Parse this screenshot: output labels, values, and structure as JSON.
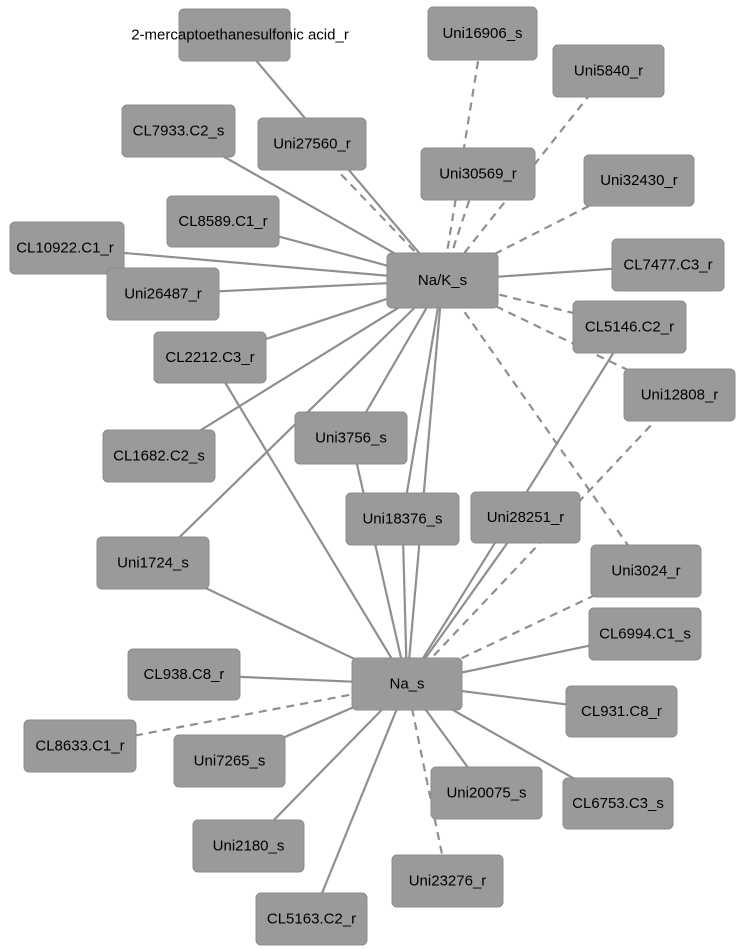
{
  "graph": {
    "nodes": [
      {
        "id": "nak",
        "label": "Na/K_s",
        "hub": true
      },
      {
        "id": "na",
        "label": "Na_s",
        "hub": true
      },
      {
        "id": "mesna",
        "label": "2-mercaptoethanesulfonic acid_r"
      },
      {
        "id": "u16906",
        "label": "Uni16906_s"
      },
      {
        "id": "u5840",
        "label": "Uni5840_r"
      },
      {
        "id": "cl7933",
        "label": "CL7933.C2_s"
      },
      {
        "id": "u27560",
        "label": "Uni27560_r"
      },
      {
        "id": "u30569",
        "label": "Uni30569_r"
      },
      {
        "id": "u32430",
        "label": "Uni32430_r"
      },
      {
        "id": "cl8589",
        "label": "CL8589.C1_r"
      },
      {
        "id": "cl10922",
        "label": "CL10922.C1_r"
      },
      {
        "id": "cl7477",
        "label": "CL7477.C3_r"
      },
      {
        "id": "u26487",
        "label": "Uni26487_r"
      },
      {
        "id": "cl5146",
        "label": "CL5146.C2_r"
      },
      {
        "id": "cl2212",
        "label": "CL2212.C3_r"
      },
      {
        "id": "u12808",
        "label": "Uni12808_r"
      },
      {
        "id": "u3756",
        "label": "Uni3756_s"
      },
      {
        "id": "cl1682",
        "label": "CL1682.C2_s"
      },
      {
        "id": "u18376",
        "label": "Uni18376_s"
      },
      {
        "id": "u28251",
        "label": "Uni28251_r"
      },
      {
        "id": "u1724",
        "label": "Uni1724_s"
      },
      {
        "id": "u3024",
        "label": "Uni3024_r"
      },
      {
        "id": "cl6994",
        "label": "CL6994.C1_s"
      },
      {
        "id": "cl938",
        "label": "CL938.C8_r"
      },
      {
        "id": "cl931",
        "label": "CL931.C8_r"
      },
      {
        "id": "cl8633",
        "label": "CL8633.C1_r"
      },
      {
        "id": "u7265",
        "label": "Uni7265_s"
      },
      {
        "id": "u20075",
        "label": "Uni20075_s"
      },
      {
        "id": "cl6753",
        "label": "CL6753.C3_s"
      },
      {
        "id": "u2180",
        "label": "Uni2180_s"
      },
      {
        "id": "u23276",
        "label": "Uni23276_r"
      },
      {
        "id": "cl5163",
        "label": "CL5163.C2_r"
      }
    ],
    "edges": [
      {
        "from": "mesna",
        "to": "nak",
        "style": "solid"
      },
      {
        "from": "u16906",
        "to": "nak",
        "style": "dashed"
      },
      {
        "from": "u5840",
        "to": "nak",
        "style": "dashed"
      },
      {
        "from": "cl7933",
        "to": "nak",
        "style": "solid"
      },
      {
        "from": "u27560",
        "to": "nak",
        "style": "dashed"
      },
      {
        "from": "u30569",
        "to": "nak",
        "style": "dashed"
      },
      {
        "from": "u32430",
        "to": "nak",
        "style": "dashed"
      },
      {
        "from": "cl8589",
        "to": "nak",
        "style": "solid"
      },
      {
        "from": "cl10922",
        "to": "nak",
        "style": "solid"
      },
      {
        "from": "cl7477",
        "to": "nak",
        "style": "solid"
      },
      {
        "from": "u26487",
        "to": "nak",
        "style": "solid"
      },
      {
        "from": "cl5146",
        "to": "nak",
        "style": "dashed"
      },
      {
        "from": "cl2212",
        "to": "nak",
        "style": "solid"
      },
      {
        "from": "u12808",
        "to": "nak",
        "style": "dashed"
      },
      {
        "from": "cl1682",
        "to": "nak",
        "style": "solid"
      },
      {
        "from": "u3756",
        "to": "nak",
        "style": "solid"
      },
      {
        "from": "u18376",
        "to": "nak",
        "style": "solid"
      },
      {
        "from": "u3024",
        "to": "nak",
        "style": "dashed"
      },
      {
        "from": "u1724",
        "to": "nak",
        "style": "solid"
      },
      {
        "from": "nak",
        "to": "na",
        "style": "solid"
      },
      {
        "from": "cl2212",
        "to": "na",
        "style": "solid"
      },
      {
        "from": "u3756",
        "to": "na",
        "style": "solid"
      },
      {
        "from": "u18376",
        "to": "na",
        "style": "solid"
      },
      {
        "from": "u28251",
        "to": "na",
        "style": "solid"
      },
      {
        "from": "cl5146",
        "to": "na",
        "style": "solid"
      },
      {
        "from": "u12808",
        "to": "na",
        "style": "dashed"
      },
      {
        "from": "u1724",
        "to": "na",
        "style": "solid"
      },
      {
        "from": "u3024",
        "to": "na",
        "style": "dashed"
      },
      {
        "from": "cl6994",
        "to": "na",
        "style": "solid"
      },
      {
        "from": "cl938",
        "to": "na",
        "style": "solid"
      },
      {
        "from": "cl931",
        "to": "na",
        "style": "solid"
      },
      {
        "from": "cl8633",
        "to": "na",
        "style": "dashed"
      },
      {
        "from": "u7265",
        "to": "na",
        "style": "solid"
      },
      {
        "from": "u20075",
        "to": "na",
        "style": "solid"
      },
      {
        "from": "cl6753",
        "to": "na",
        "style": "solid"
      },
      {
        "from": "u2180",
        "to": "na",
        "style": "solid"
      },
      {
        "from": "u23276",
        "to": "na",
        "style": "dashed"
      },
      {
        "from": "cl5163",
        "to": "na",
        "style": "solid"
      }
    ]
  }
}
